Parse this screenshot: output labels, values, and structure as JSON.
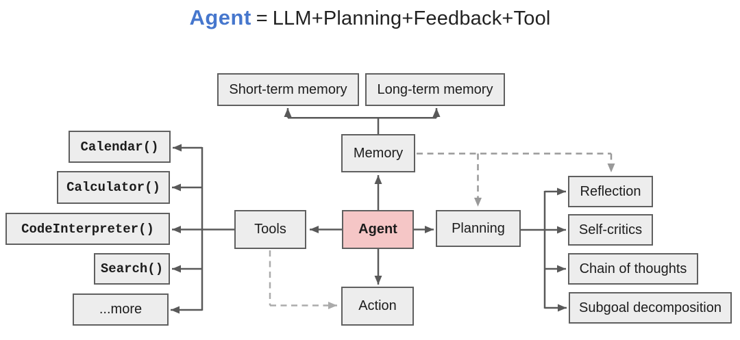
{
  "title": {
    "term": "Agent",
    "equals": "=",
    "expansion": "LLM+Planning+Feedback+Tool"
  },
  "colors": {
    "accent_blue": "#4677cd",
    "node_fill": "#ededed",
    "node_border": "#5f5f5f",
    "agent_fill": "#f5c6c6",
    "line": "#595959",
    "dashed_line": "#999999",
    "dashed_line_light": "#ababab",
    "text": "#1c1c1c"
  },
  "nodes": {
    "short_term_memory": {
      "label": "Short-term memory"
    },
    "long_term_memory": {
      "label": "Long-term memory"
    },
    "memory": {
      "label": "Memory"
    },
    "calendar": {
      "label": "Calendar()"
    },
    "calculator": {
      "label": "Calculator()"
    },
    "code_interpreter": {
      "label": "CodeInterpreter()"
    },
    "search": {
      "label": "Search()"
    },
    "more": {
      "label": "...more"
    },
    "tools": {
      "label": "Tools"
    },
    "agent": {
      "label": "Agent"
    },
    "planning": {
      "label": "Planning"
    },
    "action": {
      "label": "Action"
    },
    "reflection": {
      "label": "Reflection"
    },
    "self_critics": {
      "label": "Self-critics"
    },
    "chain_of_thoughts": {
      "label": "Chain of thoughts"
    },
    "subgoal_decomposition": {
      "label": "Subgoal decomposition"
    }
  }
}
